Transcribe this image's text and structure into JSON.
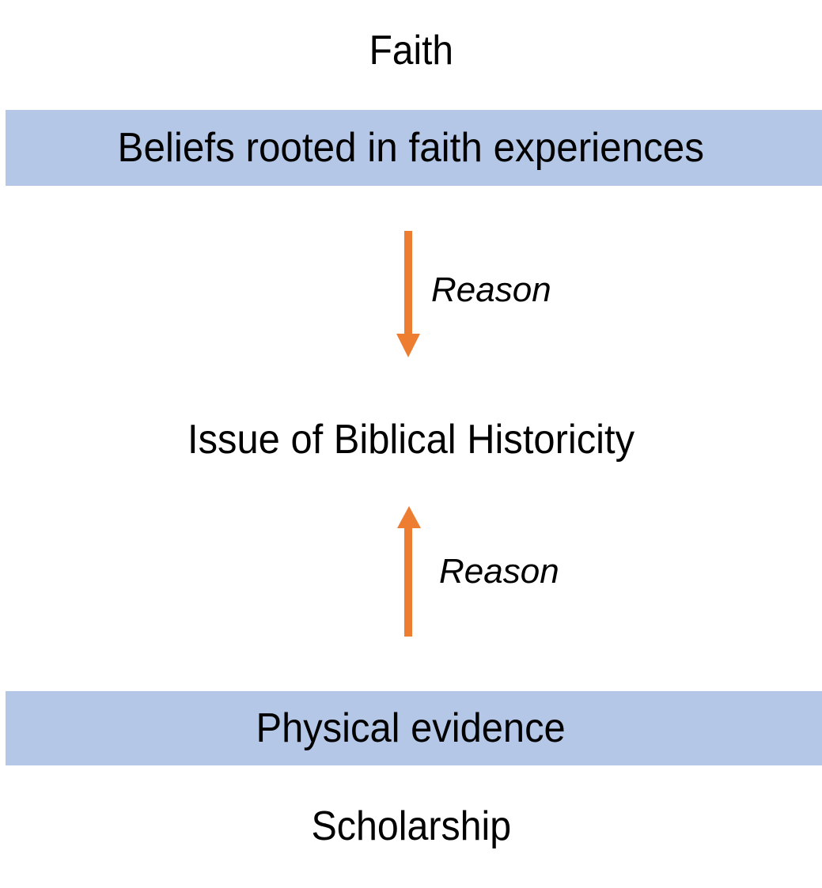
{
  "diagram": {
    "top_heading": "Faith",
    "top_band": "Beliefs rooted in faith experiences",
    "arrow_down_label": "Reason",
    "center_label": "Issue of Biblical Historicity",
    "arrow_up_label": "Reason",
    "bottom_band": "Physical evidence",
    "bottom_heading": "Scholarship",
    "colors": {
      "band_fill": "#B4C7E7",
      "arrow": "#ED7D31",
      "text": "#000000"
    }
  }
}
